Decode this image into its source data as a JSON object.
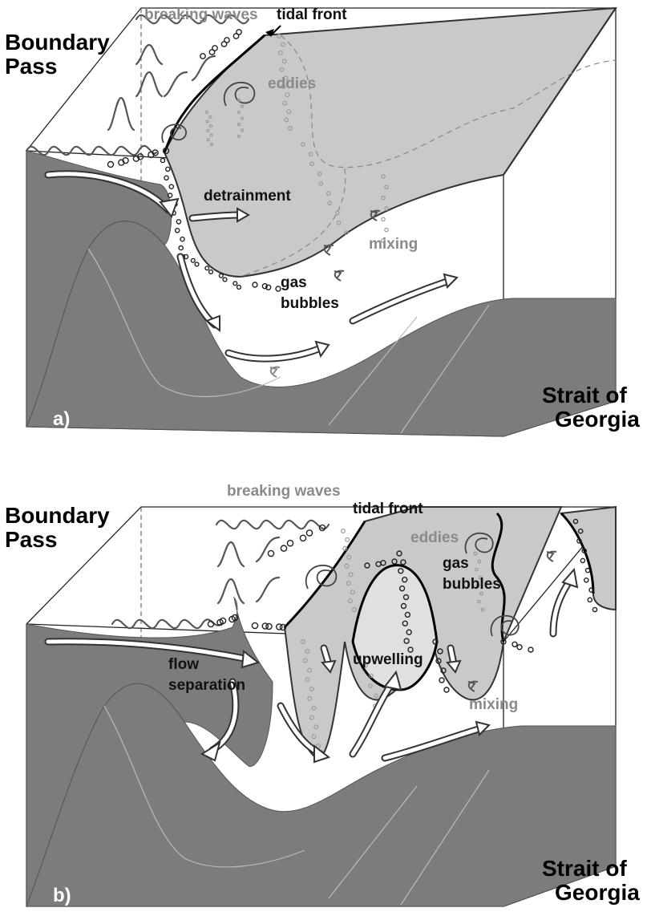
{
  "panel_a": {
    "panel_label": "a)",
    "place_top": [
      "Boundary",
      "Pass"
    ],
    "place_bottom": [
      "Strait of",
      "Georgia"
    ],
    "labels": {
      "breaking_waves": "breaking waves",
      "tidal_front": "tidal front",
      "eddies": "eddies",
      "detrainment": "detrainment",
      "mixing": "mixing",
      "gas_bubbles": [
        "gas",
        "bubbles"
      ]
    }
  },
  "panel_b": {
    "panel_label": "b)",
    "place_top": [
      "Boundary",
      "Pass"
    ],
    "place_bottom": [
      "Strait of",
      "Georgia"
    ],
    "labels": {
      "breaking_waves": "breaking waves",
      "tidal_front": "tidal front",
      "eddies": "eddies",
      "gas_bubbles": [
        "gas",
        "bubbles"
      ],
      "flow_separation": [
        "flow",
        "separation"
      ],
      "upwelling": "upwelling",
      "mixing": "mixing"
    }
  },
  "colors": {
    "seabed": "#7c7c7c",
    "plume": "#c9c9c9",
    "plume_light": "#dadada",
    "outline": "#222222"
  }
}
